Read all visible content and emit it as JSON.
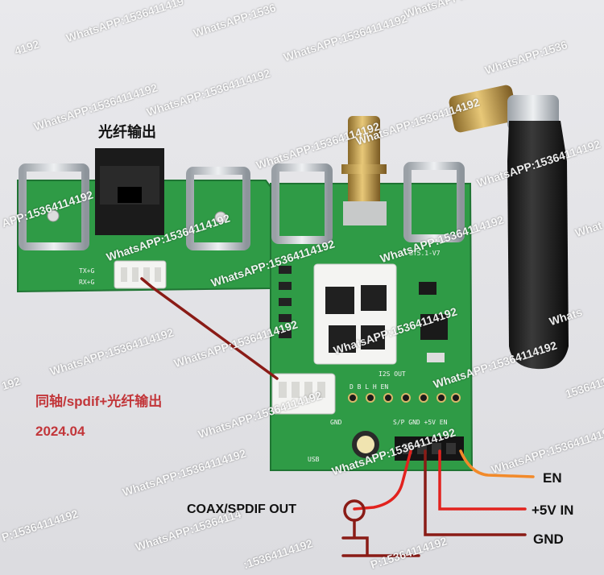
{
  "labels": {
    "fiber_output": "光纤输出",
    "coax_spdif_fiber": "同轴/spdif+光纤输出",
    "date": "2024.04",
    "en": "EN",
    "plus5v_in": "+5V IN",
    "gnd": "GND",
    "coax_spdif_out": "COAX/SPDIF OUT"
  },
  "board_silkscreen": {
    "model": "BT5.1-V7",
    "i2s_out": "I2S OUT",
    "i2s_pins": "D  B  L  H     EN",
    "header_pins": "S/P GND +5V EN",
    "tx": "TX+G",
    "rx": "RX+G",
    "usb": "USB",
    "gnd": "GND"
  },
  "watermark": "WhatsAPP:15364114192",
  "watermark_partial": {
    "w1": "WhatsAPP:1536411419",
    "w2": "4192",
    "w3": "WhatsAPP:1536",
    "w4": "APP:15364114192",
    "w5": "192",
    "w6": ":15364114192",
    "w7": "P:15364114192",
    "w8": "WhatsAPP:15364114",
    "w9": "WhatsAPP:1536411419",
    "w10": "P:15364114192",
    "w11": "What",
    "w12": "Whats",
    "w13": "1536411419"
  },
  "colors": {
    "pcb": "#2f9b46",
    "wire_red": "#e2221e",
    "wire_orange": "#f28a2a",
    "wire_darkred": "#8a1b16",
    "text_red": "#c2363a"
  }
}
